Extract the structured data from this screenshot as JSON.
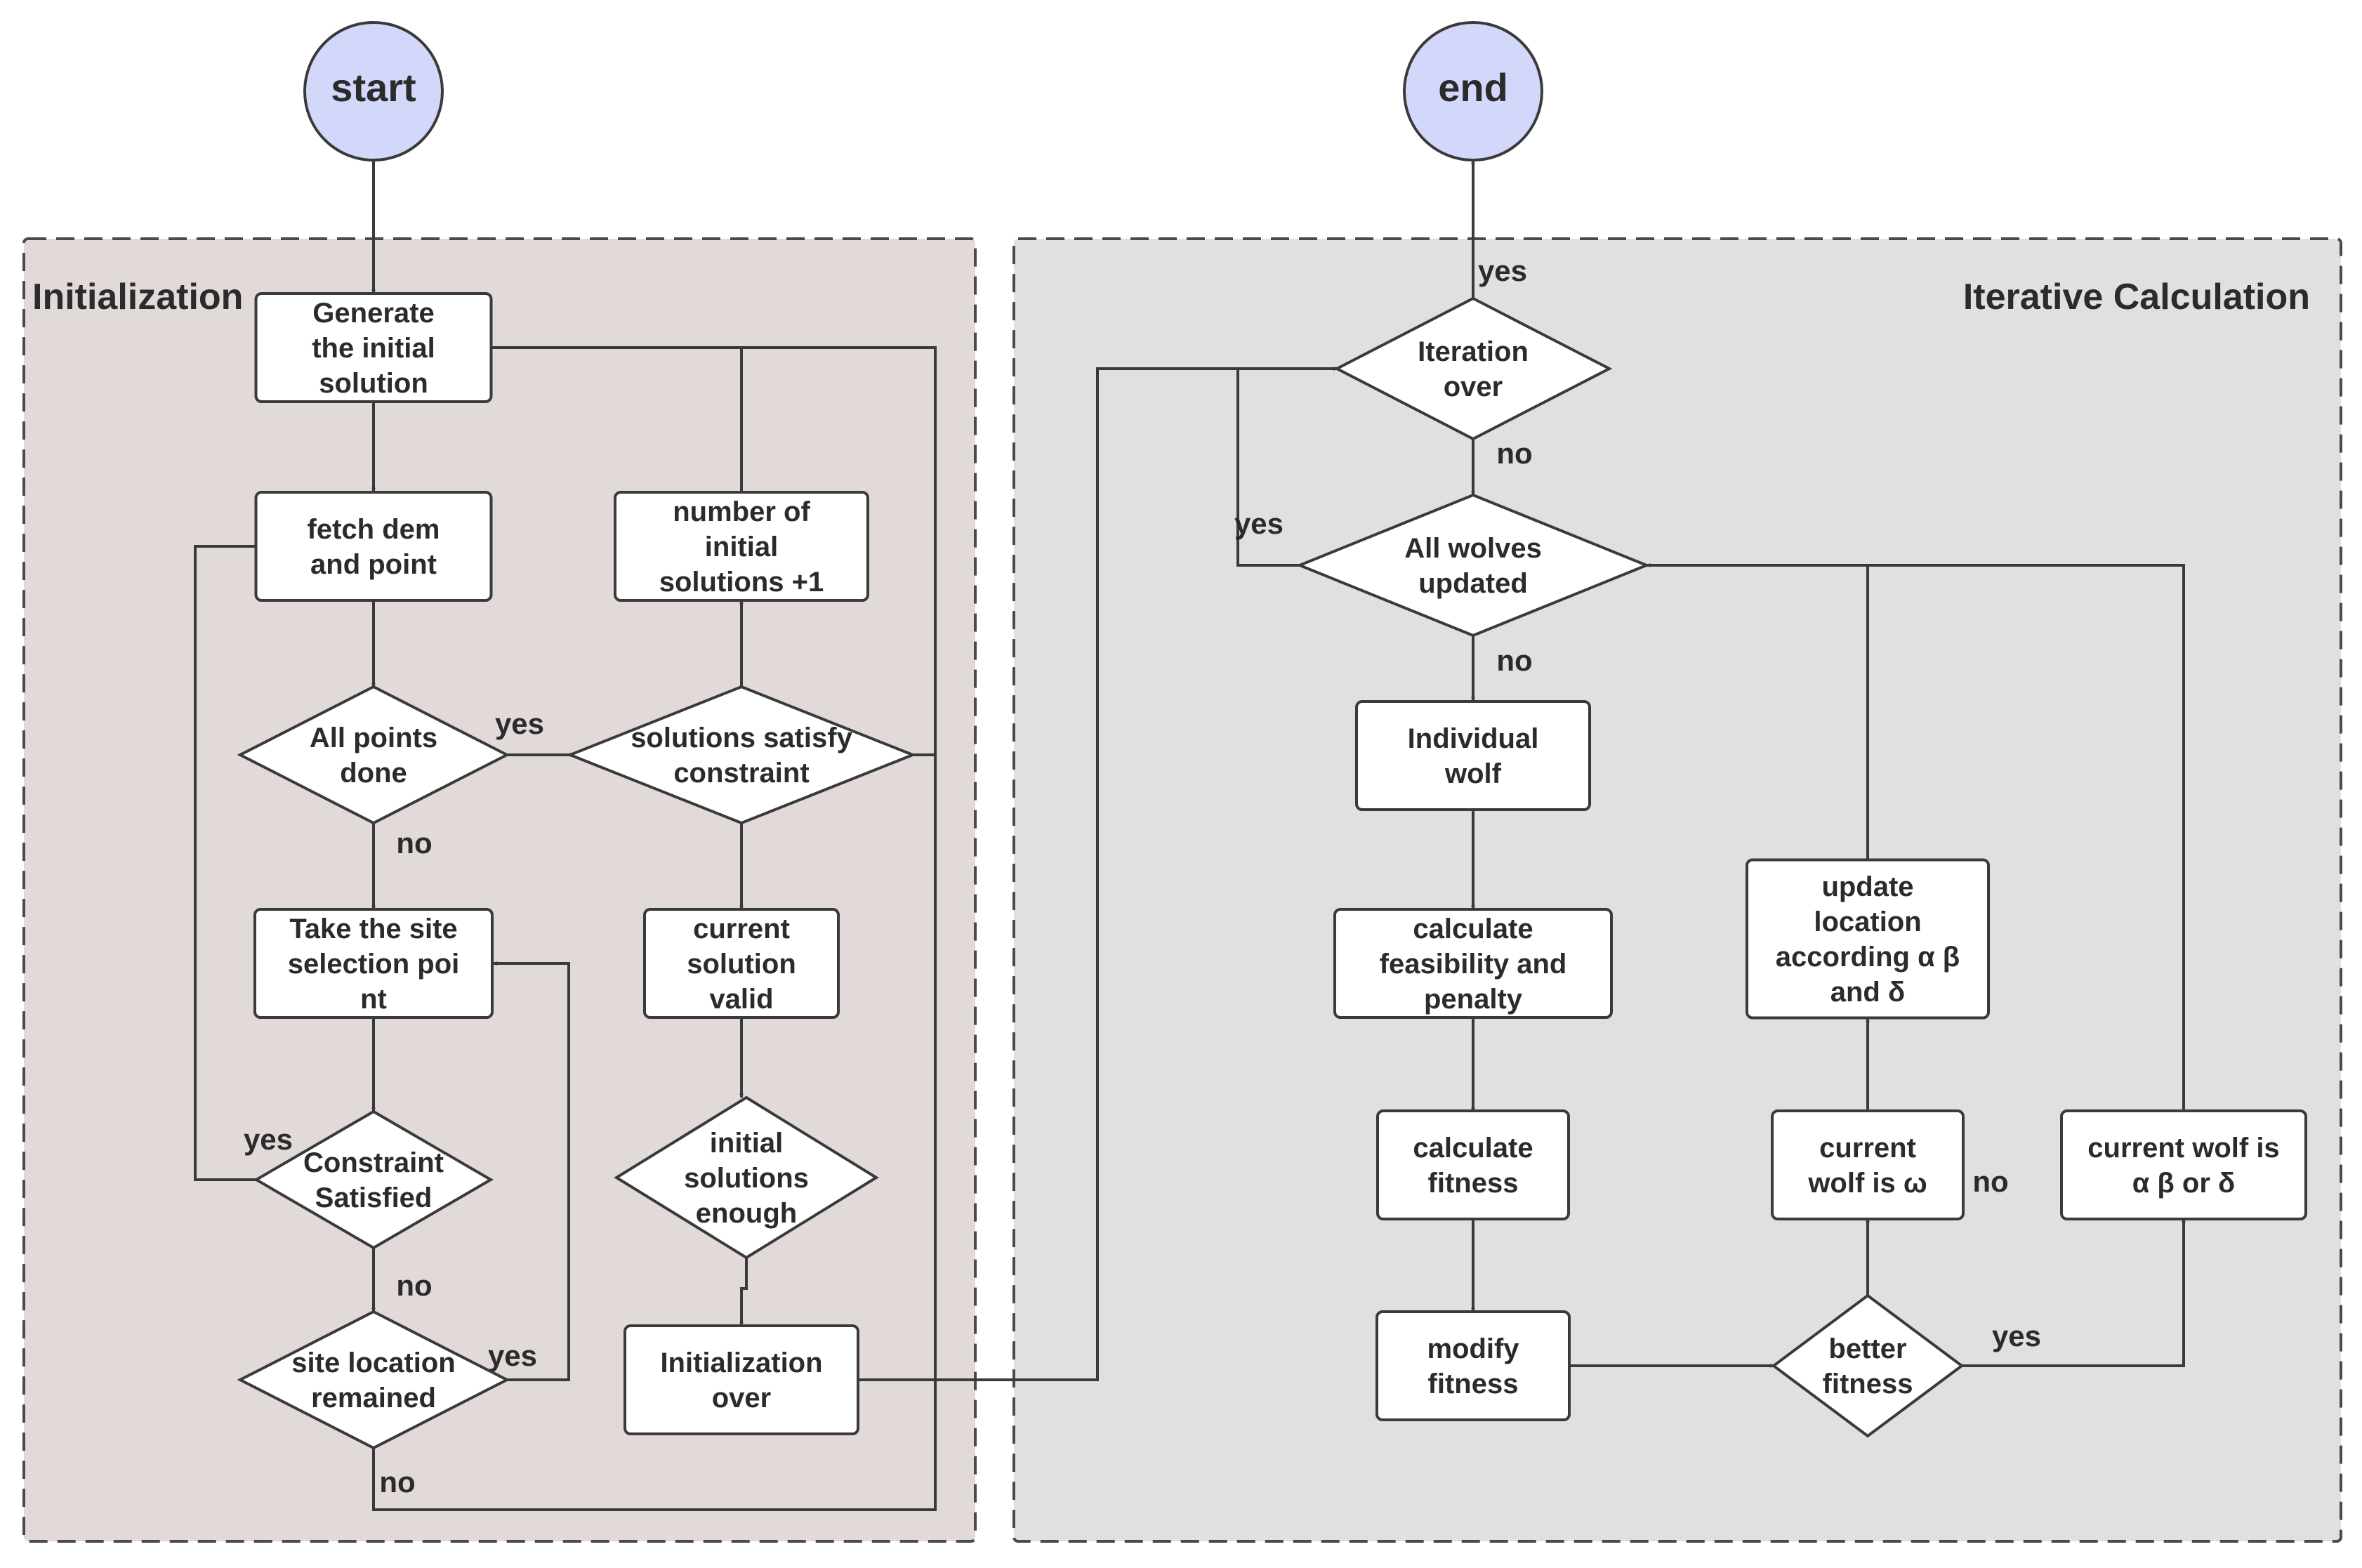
{
  "regions": {
    "init": {
      "title": "Initialization",
      "fill": "#e2dad9"
    },
    "iter": {
      "title": "Iterative Calculation",
      "fill": "#e0e0e0"
    }
  },
  "nodes": {
    "start": {
      "lines": [
        "start"
      ]
    },
    "end": {
      "lines": [
        "end"
      ]
    },
    "gen": {
      "lines": [
        "Generate",
        "the initial",
        "solution"
      ]
    },
    "fetch": {
      "lines": [
        "fetch dem",
        "and point"
      ]
    },
    "allpoints": {
      "lines": [
        "All points",
        "done"
      ]
    },
    "take": {
      "lines": [
        "Take the site",
        "selection poi",
        "nt"
      ]
    },
    "constraint": {
      "lines": [
        "Constraint",
        "Satisfied"
      ]
    },
    "siteloc": {
      "lines": [
        "site location",
        "remained"
      ]
    },
    "numinit": {
      "lines": [
        "number of",
        "initial",
        "solutions +1"
      ]
    },
    "solsat": {
      "lines": [
        "solutions satisfy",
        "constraint"
      ]
    },
    "curvalid": {
      "lines": [
        "current",
        "solution",
        "valid"
      ]
    },
    "initenough": {
      "lines": [
        "initial",
        "solutions",
        "enough"
      ]
    },
    "initover": {
      "lines": [
        "Initialization",
        "over"
      ]
    },
    "iterover": {
      "lines": [
        "Iteration",
        "over"
      ]
    },
    "allwolves": {
      "lines": [
        "All wolves",
        "updated"
      ]
    },
    "indiv": {
      "lines": [
        "Individual",
        "wolf"
      ]
    },
    "calcfeas": {
      "lines": [
        "calculate",
        "feasibility and",
        "penalty"
      ]
    },
    "calcfit": {
      "lines": [
        "calculate",
        "fitness"
      ]
    },
    "modfit": {
      "lines": [
        "modify",
        "fitness"
      ]
    },
    "better": {
      "lines": [
        "better",
        "fitness"
      ]
    },
    "curomega": {
      "lines": [
        "current",
        "wolf is ω"
      ]
    },
    "update": {
      "lines": [
        "update",
        "location",
        "according α β",
        "and δ"
      ]
    },
    "curabd": {
      "lines": [
        "current wolf is",
        "α β or δ"
      ]
    }
  },
  "edge_labels": {
    "allpoints_yes": "yes",
    "allpoints_no": "no",
    "constraint_yes": "yes",
    "constraint_no": "no",
    "siteloc_yes": "yes",
    "siteloc_no": "no",
    "iterover_yes": "yes",
    "iterover_no": "no",
    "allwolves_yes": "yes",
    "allwolves_no": "no",
    "curomega_no": "no",
    "better_yes": "yes"
  }
}
